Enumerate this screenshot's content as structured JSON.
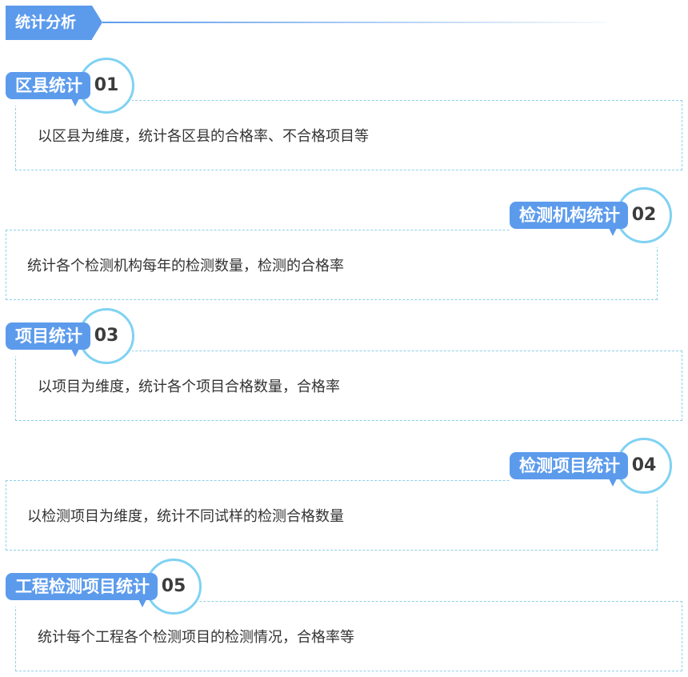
{
  "header": {
    "title": "统计分析"
  },
  "items": [
    {
      "title": "区县统计",
      "number": "01",
      "desc": "以区县为维度，统计各区县的合格率、不合格项目等"
    },
    {
      "title": "检测机构统计",
      "number": "02",
      "desc": "统计各个检测机构每年的检测数量，检测的合格率"
    },
    {
      "title": "项目统计",
      "number": "03",
      "desc": "以项目为维度，统计各个项目合格数量，合格率"
    },
    {
      "title": "检测项目统计",
      "number": "04",
      "desc": "以检测项目为维度，统计不同试样的检测合格数量"
    },
    {
      "title": "工程检测项目统计",
      "number": "05",
      "desc": "统计每个工程各个检测项目的检测情况，合格率等"
    }
  ],
  "colors": {
    "accent": "#5c9bec",
    "circle": "#7fd2f3",
    "border": "#8fd0e8"
  }
}
